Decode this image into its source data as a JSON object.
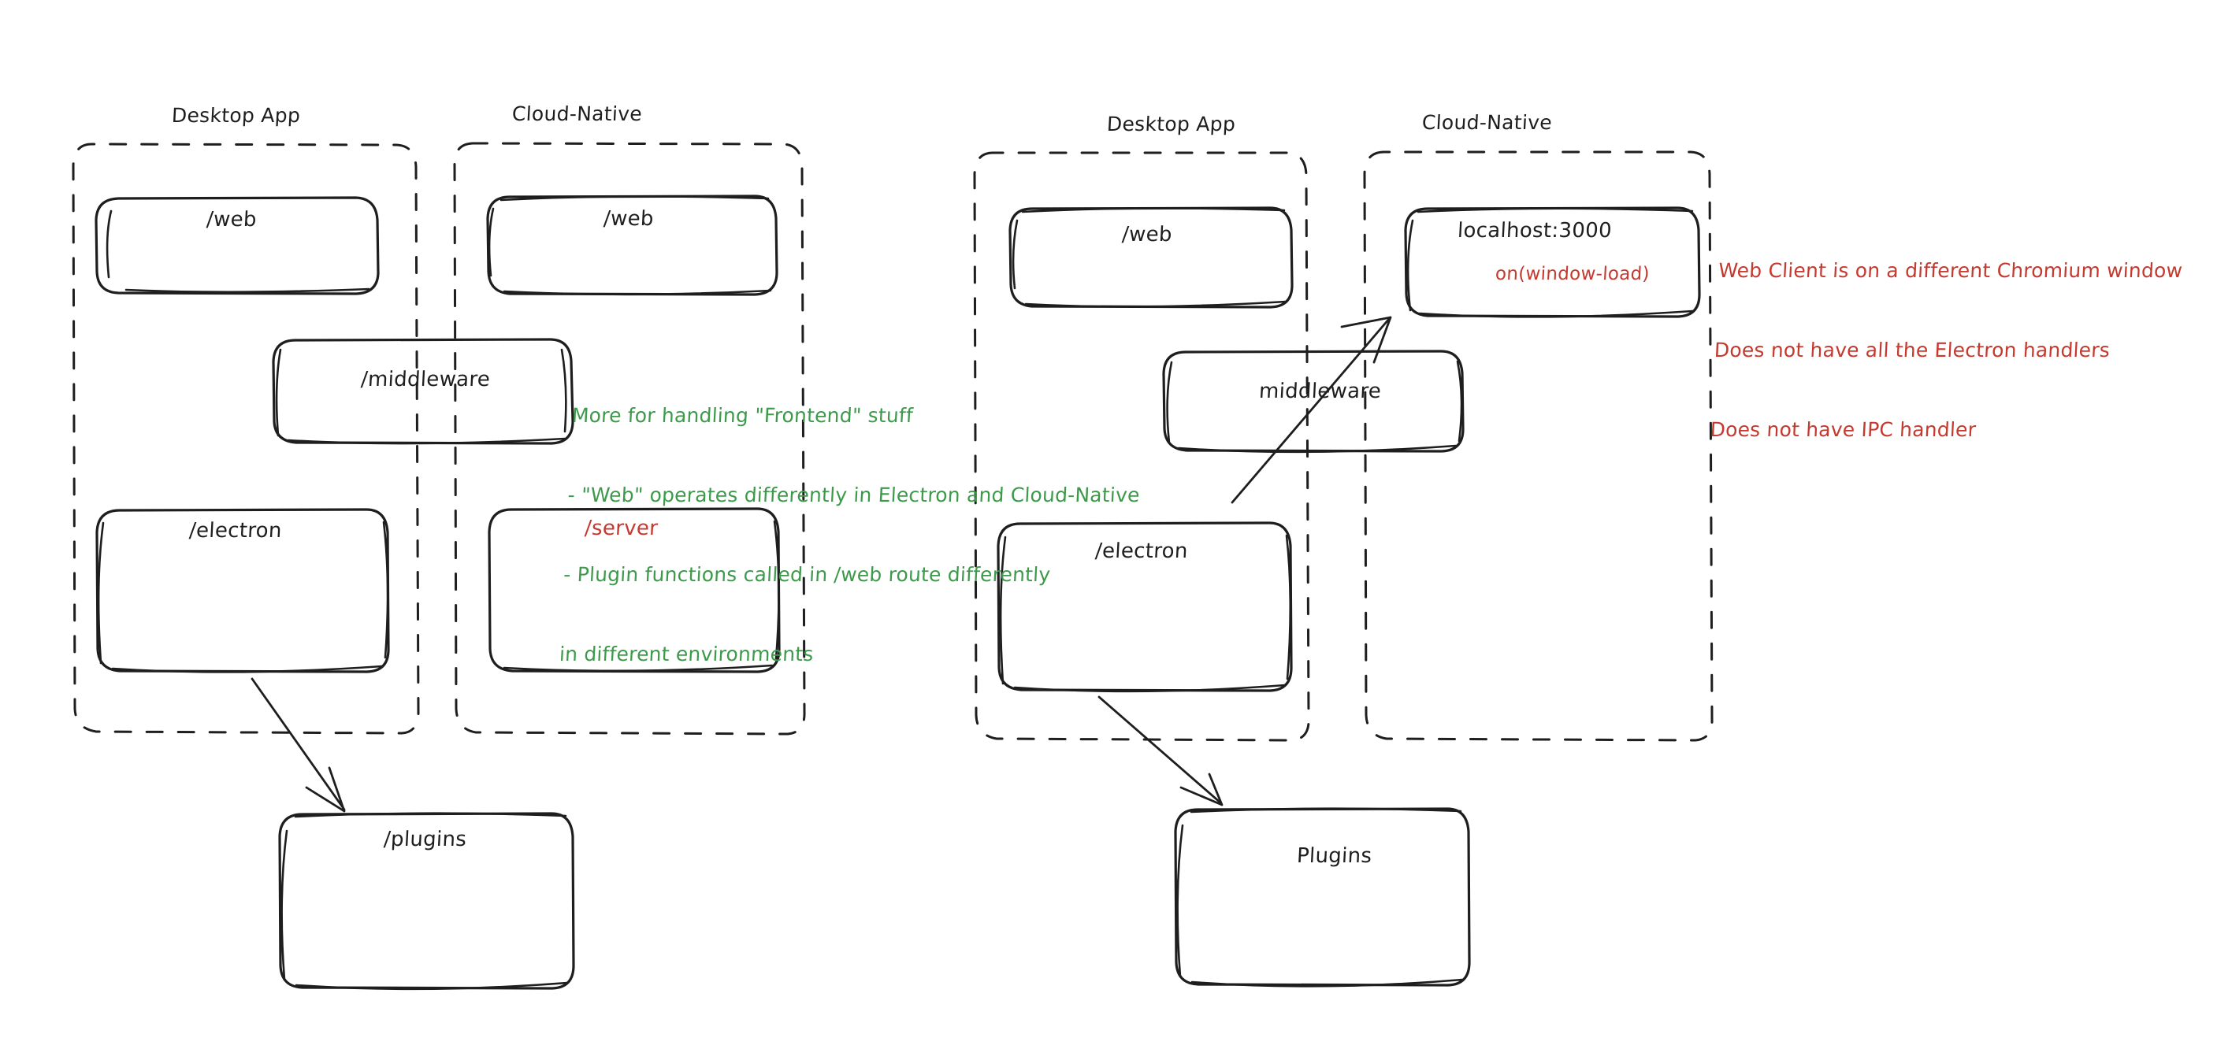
{
  "diagram": {
    "title_left": "",
    "title_right": "",
    "colors": {
      "ink": "#1e1e1e",
      "green": "#3d9a4b",
      "red": "#c5392f",
      "background": "#ffffff"
    },
    "left_diagram": {
      "groups": [
        {
          "id": "desktop-app-left",
          "label": "Desktop App"
        },
        {
          "id": "cloud-native-left",
          "label": "Cloud-Native"
        }
      ],
      "boxes": [
        {
          "id": "web-desktop-left",
          "label": "/web",
          "color": "ink"
        },
        {
          "id": "web-cloud-left",
          "label": "/web",
          "color": "ink"
        },
        {
          "id": "middleware-left",
          "label": "/middleware",
          "color": "ink"
        },
        {
          "id": "electron-left",
          "label": "/electron",
          "color": "ink"
        },
        {
          "id": "server-left",
          "label": "/server",
          "color": "red"
        },
        {
          "id": "plugins-left",
          "label": "/plugins",
          "color": "ink"
        }
      ],
      "annotations": [
        {
          "id": "frontend-note",
          "color": "green",
          "lines": [
            "More for handling \"Frontend\" stuff",
            "- \"Web\" operates differently in Electron and Cloud-Native",
            "- Plugin functions called in /web route differently",
            "in different environments"
          ]
        }
      ],
      "arrows": [
        {
          "id": "electron-to-plugins-left",
          "from": "electron-left",
          "to": "plugins-left"
        }
      ]
    },
    "right_diagram": {
      "groups": [
        {
          "id": "desktop-app-right",
          "label": "Desktop App"
        },
        {
          "id": "cloud-native-right",
          "label": "Cloud-Native"
        }
      ],
      "boxes": [
        {
          "id": "web-desktop-right",
          "label": "/web",
          "color": "ink"
        },
        {
          "id": "localhost-right",
          "label": "localhost:3000",
          "color": "ink",
          "sublabel": "on(window-load)",
          "sublabel_color": "red"
        },
        {
          "id": "middleware-right",
          "label": "middleware",
          "color": "ink"
        },
        {
          "id": "electron-right",
          "label": "/electron",
          "color": "ink"
        },
        {
          "id": "plugins-right",
          "label": "Plugins",
          "color": "ink"
        }
      ],
      "annotations": [
        {
          "id": "web-client-note",
          "color": "red",
          "lines": [
            "Web Client is on a different Chromium window",
            "Does not have all the Electron handlers",
            "Does not have IPC handler"
          ]
        }
      ],
      "arrows": [
        {
          "id": "electron-to-localhost-right",
          "from": "electron-right",
          "to": "localhost-right"
        },
        {
          "id": "electron-to-plugins-right",
          "from": "electron-right",
          "to": "plugins-right"
        }
      ]
    }
  },
  "text": {
    "desktop_app": "Desktop App",
    "cloud_native": "Cloud-Native",
    "web": "/web",
    "middleware_slash": "/middleware",
    "middleware_plain": "middleware",
    "electron": "/electron",
    "server": "/server",
    "plugins_slash": "/plugins",
    "plugins_plain": "Plugins",
    "localhost": "localhost:3000",
    "on_window_load": "on(window-load)",
    "note_green_line1": "More for handling \"Frontend\" stuff",
    "note_green_line2": "- \"Web\" operates differently in Electron and Cloud-Native",
    "note_green_line3": "- Plugin functions called in /web route differently",
    "note_green_line4": "in different environments",
    "note_red_line1": "Web Client is on a different Chromium window",
    "note_red_line2": "Does not have all the Electron handlers",
    "note_red_line3": "Does not have IPC handler"
  }
}
